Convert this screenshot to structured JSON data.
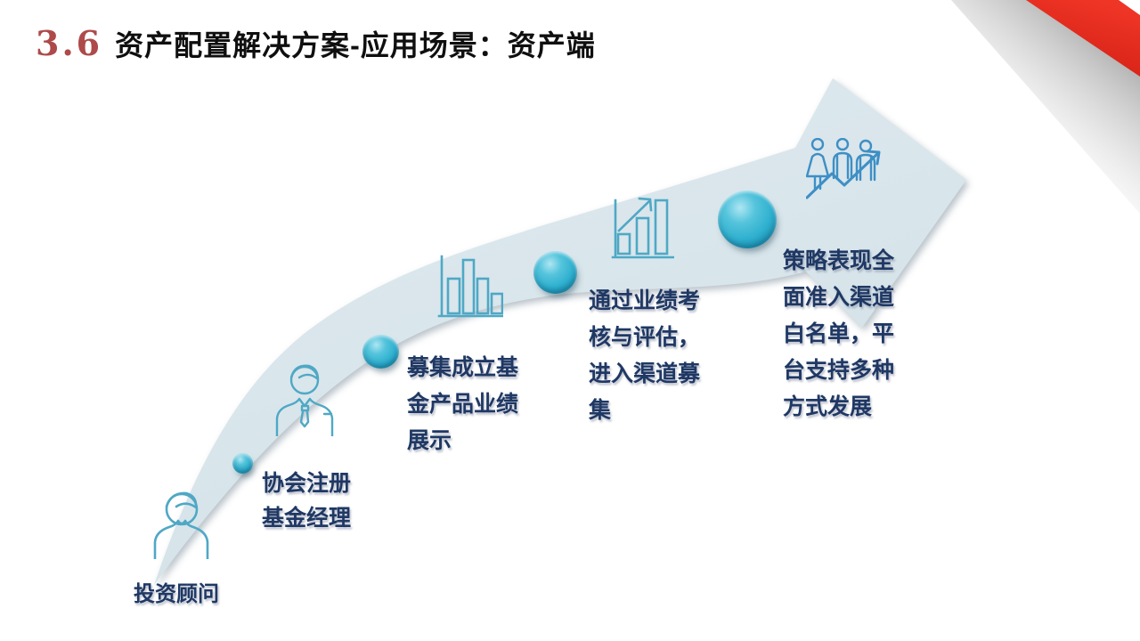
{
  "slide": {
    "section_number": "3.6",
    "title": "资产配置解决方案-应用场景：资产端"
  },
  "process": {
    "steps": [
      {
        "name": "step-1",
        "icon": "person-advisor-icon",
        "label": "投资顾问"
      },
      {
        "name": "step-2",
        "icon": "person-suit-icon",
        "label": "协会注册\n基金经理"
      },
      {
        "name": "step-3",
        "icon": "bar-chart-icon",
        "label": "募集成立基\n金产品业绩\n展示"
      },
      {
        "name": "step-4",
        "icon": "rising-chart-icon",
        "label": "通过业绩考\n核与评估，\n进入渠道募\n集"
      },
      {
        "name": "step-5",
        "icon": "team-growth-icon",
        "label": "策略表现全\n面准入渠道\n白名单，平\n台支持多种\n方式发展"
      }
    ]
  },
  "colors": {
    "section_number": "#AE4A4A",
    "title_text": "#0F0F0F",
    "step_text": "#1F3864",
    "arrow_body": "#D9E6EC",
    "icon_stroke": "#4FA8C5",
    "icon_stroke_dark": "#3E8FC5",
    "sphere": "#2FB0CF",
    "ribbon_red": "#E0251A"
  }
}
